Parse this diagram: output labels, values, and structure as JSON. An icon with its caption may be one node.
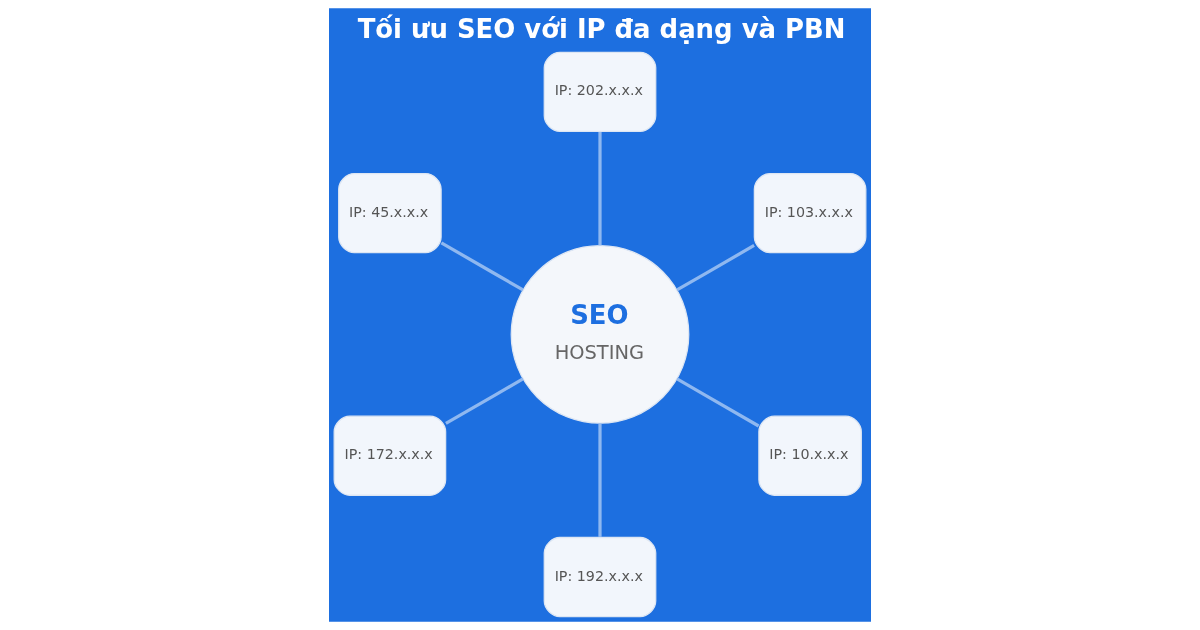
{
  "diagram": {
    "title": "Tối ưu SEO với IP đa dạng và PBN",
    "nodes": [
      {
        "text": [
          "SEO",
          "HOSTING"
        ]
      },
      {
        "text": [
          "IP: 103.x.x.x"
        ]
      },
      {
        "text": [
          "IP: 202.x.x.x"
        ]
      },
      {
        "text": [
          "IP: 45.x.x.x"
        ]
      },
      {
        "text": [
          "IP: 172.x.x.x"
        ]
      },
      {
        "text": [
          "IP: 192.x.x.x"
        ]
      },
      {
        "text": [
          "IP: 10.x.x.x"
        ]
      }
    ],
    "edges": [
      {
        "from": 0,
        "to": 1,
        "arrow": "none"
      },
      {
        "from": 0,
        "to": 2,
        "arrow": "none"
      },
      {
        "from": 0,
        "to": 3,
        "arrow": "none"
      },
      {
        "from": 0,
        "to": 4,
        "arrow": "none"
      },
      {
        "from": 0,
        "to": 5,
        "arrow": "none"
      },
      {
        "from": 0,
        "to": 6,
        "arrow": "none"
      }
    ]
  }
}
